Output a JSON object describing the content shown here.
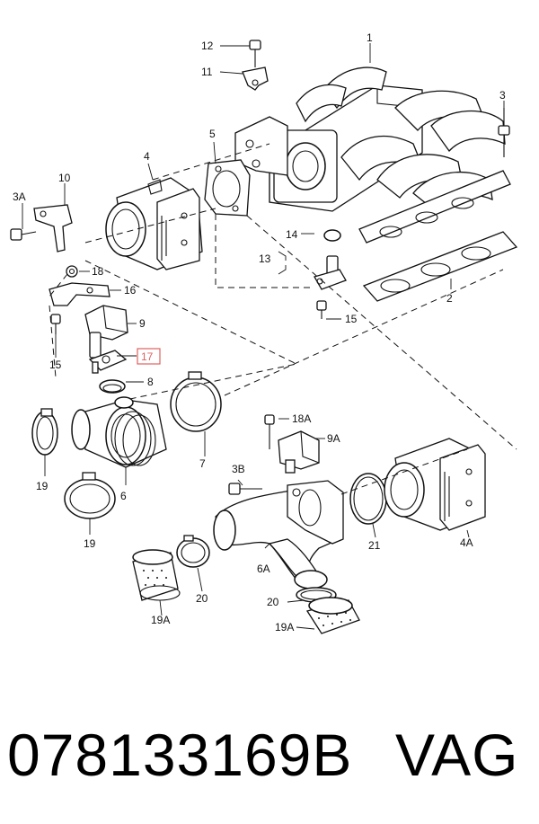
{
  "callouts": {
    "c1": "1",
    "c2": "2",
    "c3": "3",
    "c3A": "3A",
    "c3B": "3B",
    "c4": "4",
    "c4A": "4A",
    "c5": "5",
    "c6": "6",
    "c6A": "6A",
    "c7": "7",
    "c8": "8",
    "c9": "9",
    "c9A": "9A",
    "c10": "10",
    "c11": "11",
    "c12": "12",
    "c13": "13",
    "c14": "14",
    "c15a": "15",
    "c15b": "15",
    "c16": "16",
    "c17": "17",
    "c18": "18",
    "c18A": "18A",
    "c19a": "19",
    "c19b": "19",
    "c19A_a": "19A",
    "c19A_b": "19A",
    "c20a": "20",
    "c20b": "20",
    "c21": "21"
  },
  "highlight_color": "#e06060",
  "footer": {
    "part_number": "078133169B",
    "brand": "VAG"
  }
}
